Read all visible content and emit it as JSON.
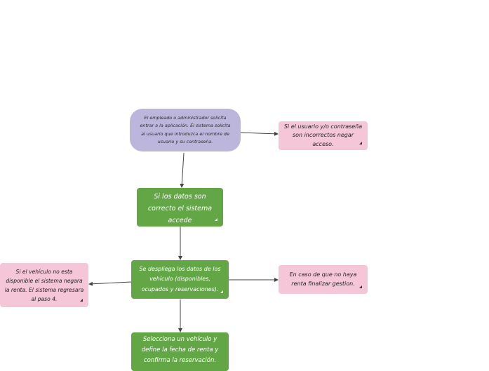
{
  "nodes": {
    "start": "El empleado o administrador solicita entrar a la aplicación. El sistema solicita al usuario que introduzca el nombre de usuario y su contraseña.",
    "login_error": "Si el usuario y/o contraseña son incorrectos negar acceso.",
    "access": "Si los datos son correcto el sistema accede",
    "vehicles": "Se despliega los datos de los vehículo (disponibles, ocupados y reservaciones).",
    "not_available": "Si el vehículo no esta disponible el sistema negara la renta. El sistema regresara al paso 4.",
    "no_rent": "En caso de que no haya renta finalizar gestion.",
    "select": "Selecciona un vehículo y define la fecha de renta y confirma la reservación."
  },
  "colors": {
    "start": "#bcb6dc",
    "process": "#63a646",
    "exception": "#f5c6d7",
    "edge": "#444444"
  }
}
